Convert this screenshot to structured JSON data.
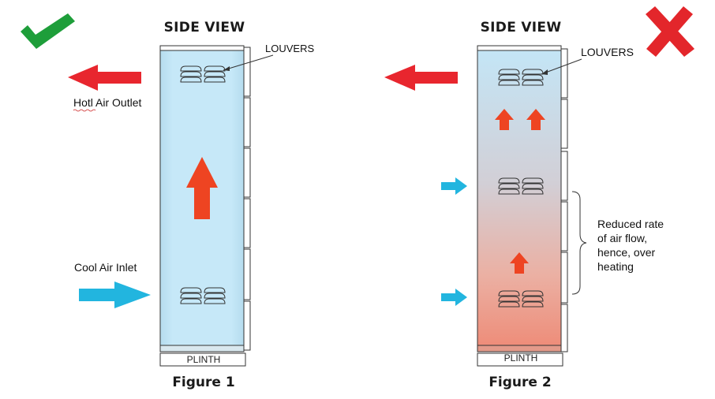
{
  "figure1": {
    "header": "SIDE VIEW",
    "caption": "Figure 1",
    "louvers_label": "LOUVERS",
    "hot_air_label": "Hotl Air Outlet",
    "cool_air_label": "Cool Air Inlet",
    "plinth_label": "PLINTH",
    "status_icon": "check-icon",
    "status_color": "#1e9e3a"
  },
  "figure2": {
    "header": "SIDE VIEW",
    "caption": "Figure 2",
    "louvers_label": "LOUVERS",
    "note_lines": [
      "Reduced rate",
      "of air flow,",
      "hence, over",
      "heating"
    ],
    "plinth_label": "PLINTH",
    "status_icon": "cross-icon",
    "status_color": "#e3262b"
  },
  "colors": {
    "hot_arrow": "#e8262e",
    "updraft_arrow": "#ee4422",
    "cool_arrow": "#22b5df",
    "cabinet_fill": "#c3e6f7",
    "overheat_fill": "#ee8a76"
  }
}
